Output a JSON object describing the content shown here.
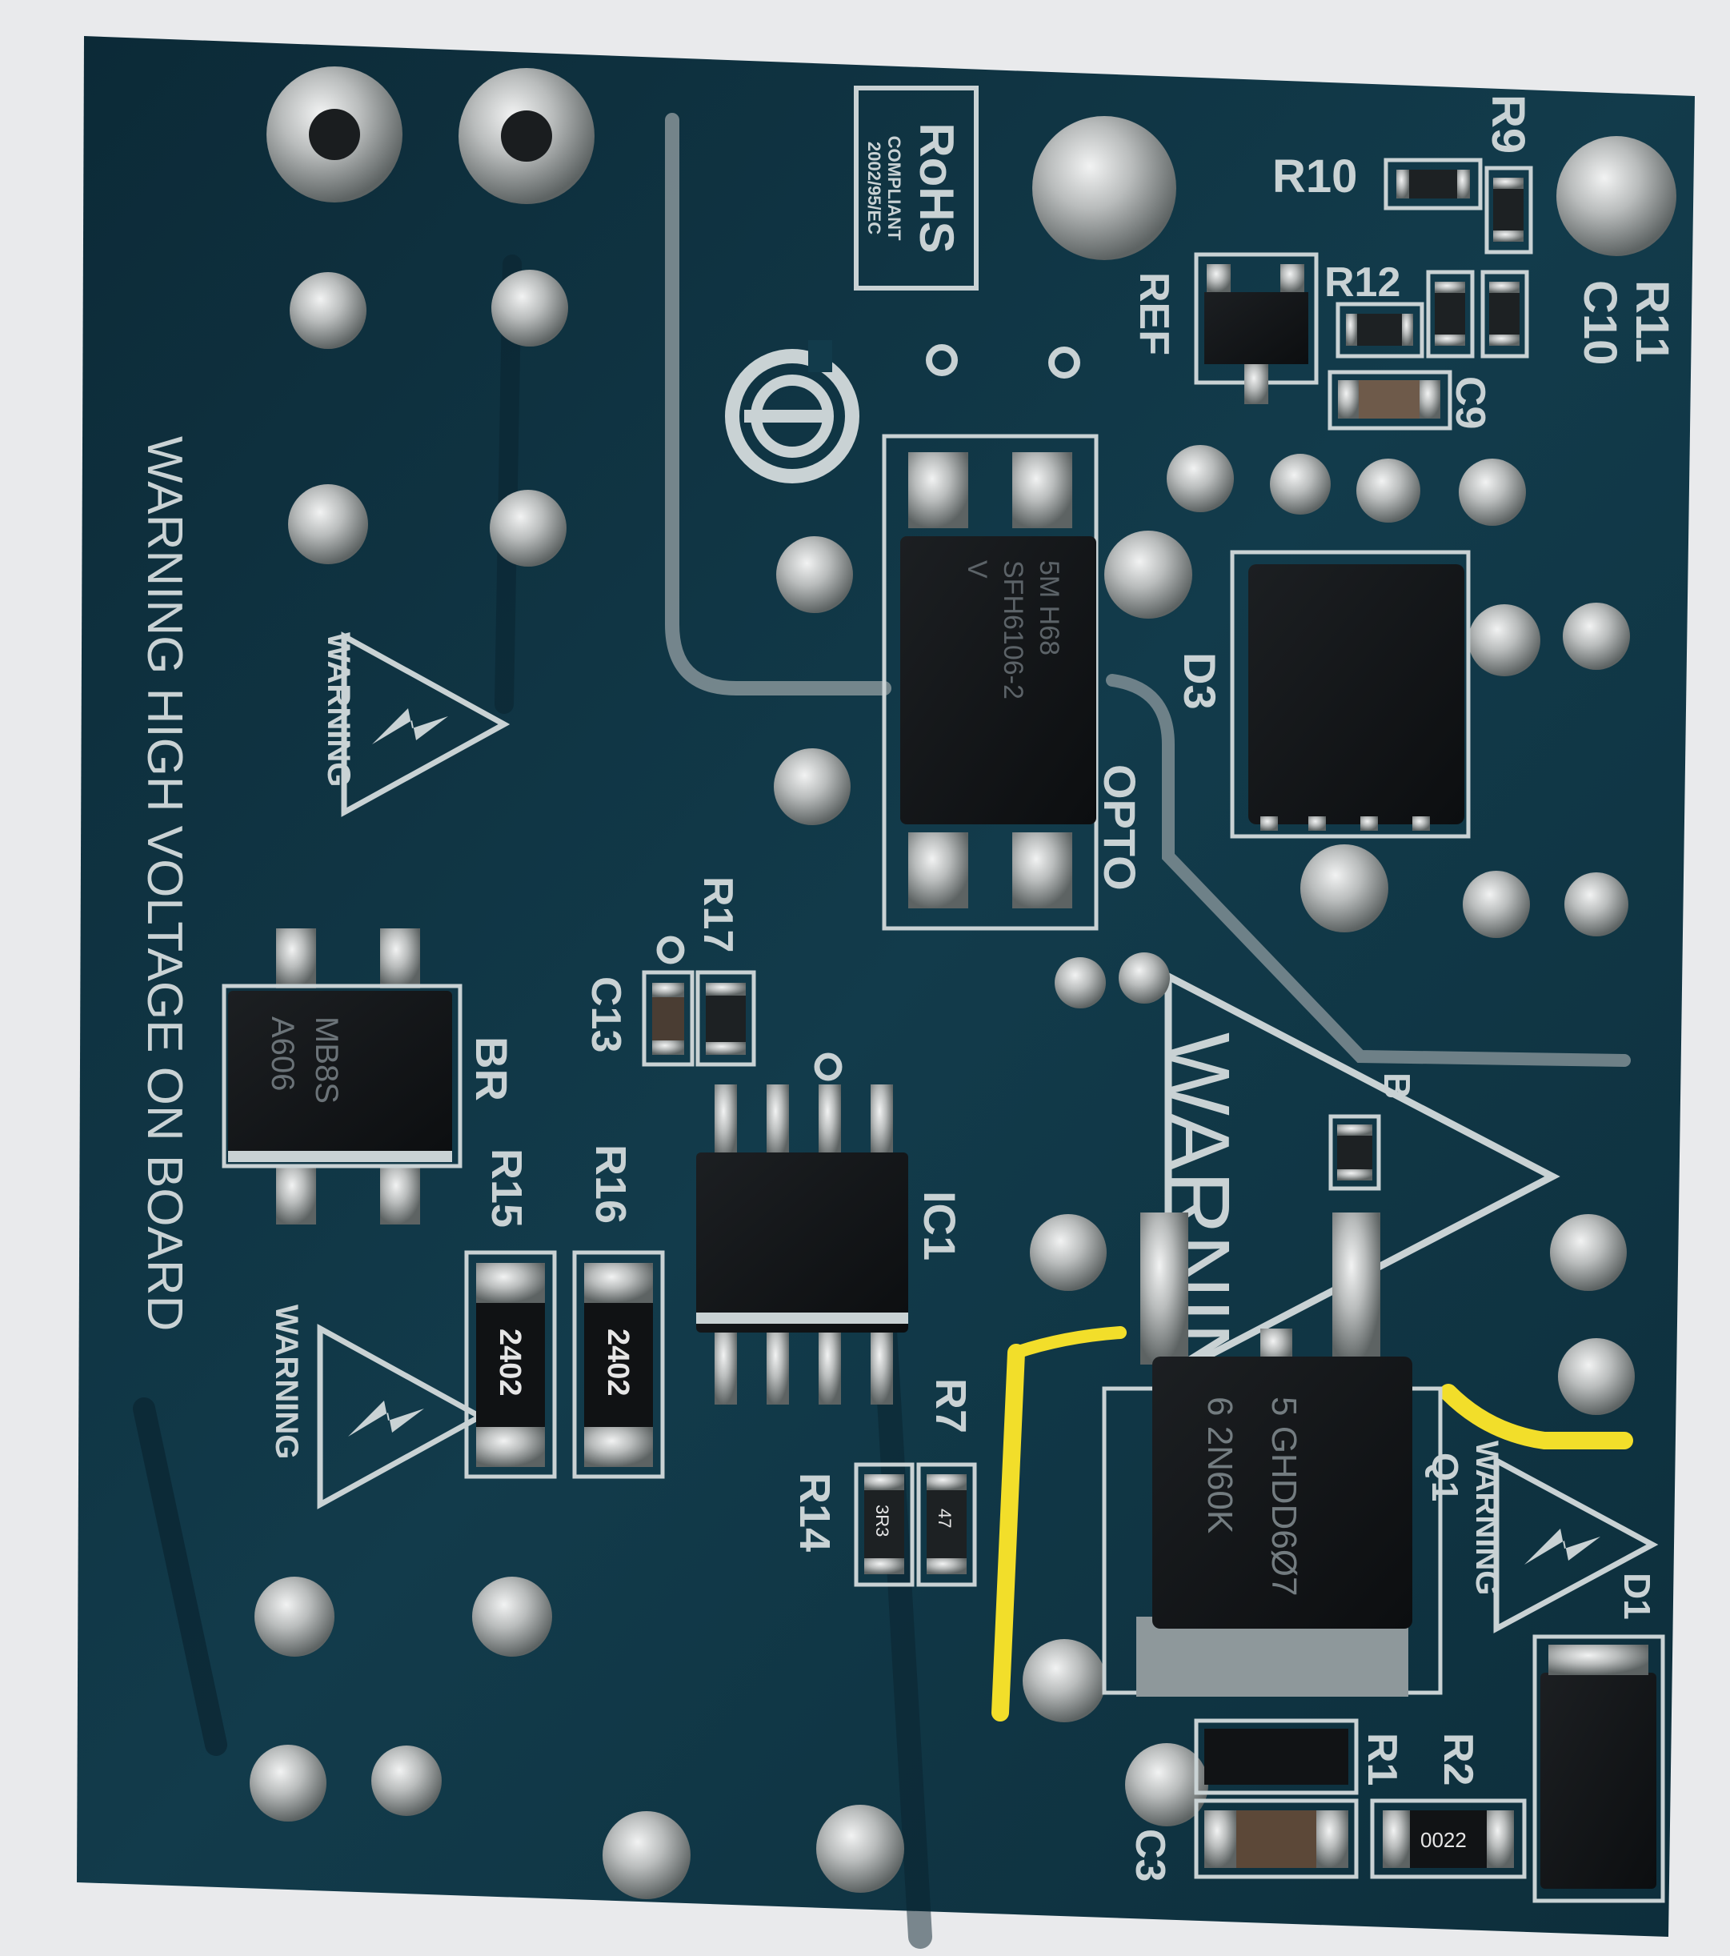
{
  "colors": {
    "background": "#e9eaec",
    "solder_mask": "#0f2f3c",
    "solder_mask_light": "#144154",
    "silkscreen": "#c9d2d4",
    "solder": "#b9bcbc",
    "ic_body": "#151719",
    "yellow_wire": "#f2de2a"
  },
  "board": {
    "banner": "WARNING HIGH VOLTAGE ON BOARD",
    "rohs": {
      "title": "RoHS",
      "line1": "COMPLIANT",
      "line2": "2002/95/EC"
    },
    "warning_word": "WARNING",
    "big_warning": "WARNING",
    "refs": {
      "r10": "R10",
      "r9": "R9",
      "r11": "R11",
      "c10": "C10",
      "r12": "R12",
      "ref": "REF",
      "c9": "C9",
      "d3": "D3",
      "opto": "OPTO",
      "r17": "R17",
      "c13": "C13",
      "br": "BR",
      "r15": "R15",
      "r16": "R16",
      "ic1": "IC1",
      "r7": "R7",
      "r14": "R14",
      "q1": "Q1",
      "d1": "D1",
      "r1": "R1",
      "r2": "R2",
      "c3": "C3",
      "b": "B"
    },
    "chips": {
      "opto_line1": "5M H68",
      "opto_line2": "SFH6106-2",
      "opto_line3": "V",
      "bridge_line1": "A606",
      "bridge_line2": "MB8S",
      "mosfet_line1": "6  2N60K",
      "mosfet_line2": "5  GHDD6Ø7",
      "r15_code": "2402",
      "r16_code": "2402",
      "r14_code": "3R3",
      "r7_code": "47",
      "r2_code": "0022"
    }
  }
}
